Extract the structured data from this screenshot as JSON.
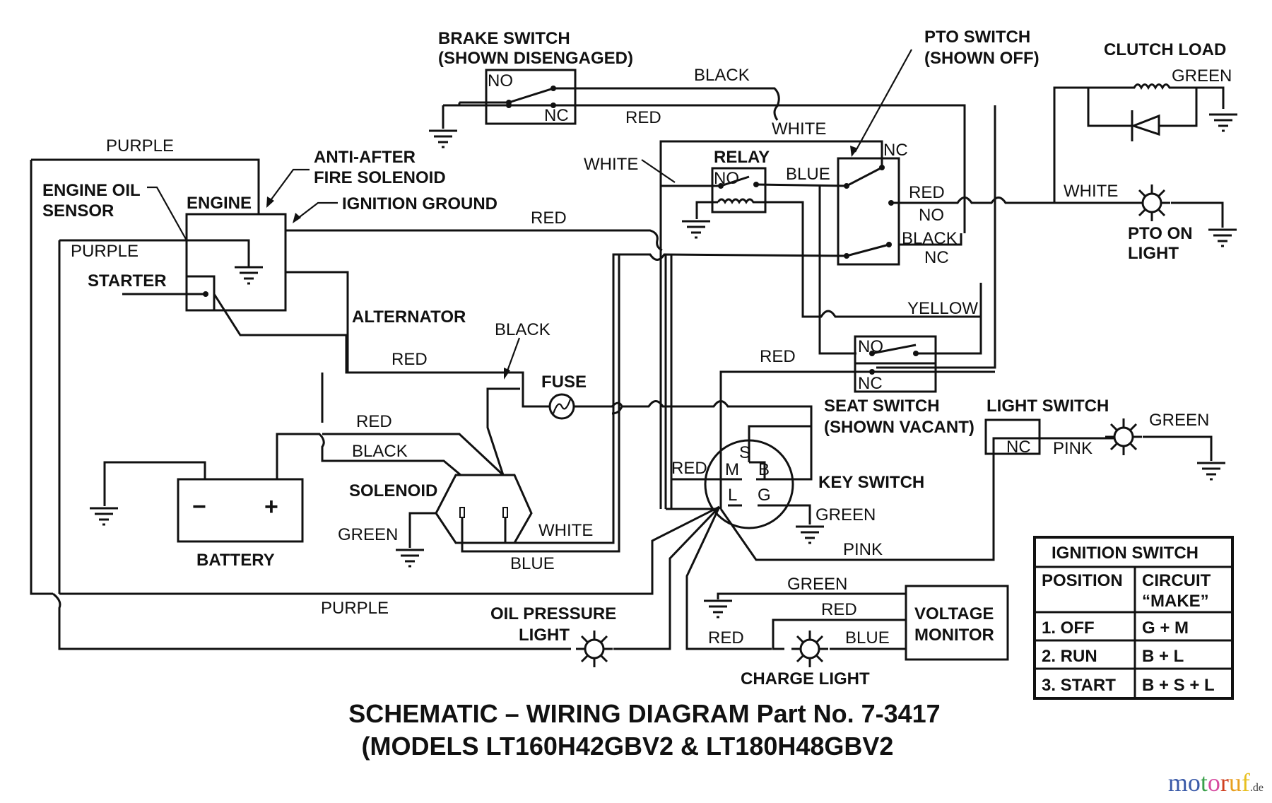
{
  "title": {
    "line1": "SCHEMATIC – WIRING DIAGRAM Part No. 7-3417",
    "line2": "(MODELS LT160H42GBV2 & LT180H48GBV2"
  },
  "components": {
    "brake_switch": {
      "label1": "BRAKE SWITCH",
      "label2": "(SHOWN DISENGAGED)",
      "no": "NO",
      "nc": "NC"
    },
    "pto_switch": {
      "label1": "PTO SWITCH",
      "label2": "(SHOWN OFF)",
      "nc_top": "NC",
      "no": "NO",
      "nc_bottom": "NC"
    },
    "clutch_load": {
      "label": "CLUTCH LOAD"
    },
    "relay": {
      "label": "RELAY",
      "no": "NO"
    },
    "engine": {
      "label": "ENGINE"
    },
    "engine_oil_sensor": {
      "label1": "ENGINE OIL",
      "label2": "SENSOR"
    },
    "anti_after_fire": {
      "label1": "ANTI-AFTER",
      "label2": "FIRE SOLENOID"
    },
    "ignition_ground": {
      "label": "IGNITION GROUND"
    },
    "starter": {
      "label": "STARTER"
    },
    "alternator": {
      "label": "ALTERNATOR"
    },
    "fuse": {
      "label": "FUSE"
    },
    "solenoid": {
      "label": "SOLENOID"
    },
    "battery": {
      "label": "BATTERY",
      "minus": "−",
      "plus": "+"
    },
    "seat_switch": {
      "label1": "SEAT SWITCH",
      "label2": "(SHOWN VACANT)",
      "no": "NO",
      "nc": "NC"
    },
    "light_switch": {
      "label": "LIGHT SWITCH",
      "nc": "NC"
    },
    "key_switch": {
      "label": "KEY SWITCH",
      "terminals": {
        "s": "S",
        "m": "M",
        "b": "B",
        "l": "L",
        "g": "G"
      }
    },
    "pto_on_light": {
      "label1": "PTO ON",
      "label2": "LIGHT"
    },
    "oil_pressure_light": {
      "label1": "OIL PRESSURE",
      "label2": "LIGHT"
    },
    "charge_light": {
      "label": "CHARGE LIGHT"
    },
    "voltage_monitor": {
      "label1": "VOLTAGE",
      "label2": "MONITOR"
    }
  },
  "wires": {
    "black_top": "BLACK",
    "red_top": "RED",
    "white_top": "WHITE",
    "green_clutch": "GREEN",
    "purple_outer": "PURPLE",
    "purple_inner": "PURPLE",
    "white_relay": "WHITE",
    "blue_relay": "BLUE",
    "red_pto": "RED",
    "black_pto": "BLACK",
    "white_pto_light": "WHITE",
    "red_ignition": "RED",
    "red_alternator": "RED",
    "black_fuse": "BLACK",
    "yellow_seat": "YELLOW",
    "red_seat": "RED",
    "red_battery": "RED",
    "black_battery": "BLACK",
    "green_solenoid": "GREEN",
    "white_solenoid": "WHITE",
    "blue_solenoid": "BLUE",
    "red_key": "RED",
    "green_key": "GREEN",
    "pink_key": "PINK",
    "pink_light": "PINK",
    "green_light": "GREEN",
    "purple_bottom": "PURPLE",
    "green_monitor": "GREEN",
    "red_monitor": "RED",
    "red_charge": "RED",
    "blue_monitor": "BLUE"
  },
  "ignition_table": {
    "title": "IGNITION SWITCH",
    "headers": [
      "POSITION",
      "CIRCUIT",
      "“MAKE”"
    ],
    "rows": [
      {
        "position": "1. OFF",
        "circuit": "G + M"
      },
      {
        "position": "2. RUN",
        "circuit": "B + L"
      },
      {
        "position": "3. START",
        "circuit": "B + S + L"
      }
    ]
  },
  "watermark": {
    "letters": [
      "m",
      "o",
      "t",
      "o",
      "r",
      "u",
      "f"
    ],
    "colors": [
      "#3a5aa8",
      "#3a5aa8",
      "#3aa04a",
      "#d64aa0",
      "#d04020",
      "#e8a020",
      "#e8c020"
    ],
    "suffix": ".de"
  }
}
